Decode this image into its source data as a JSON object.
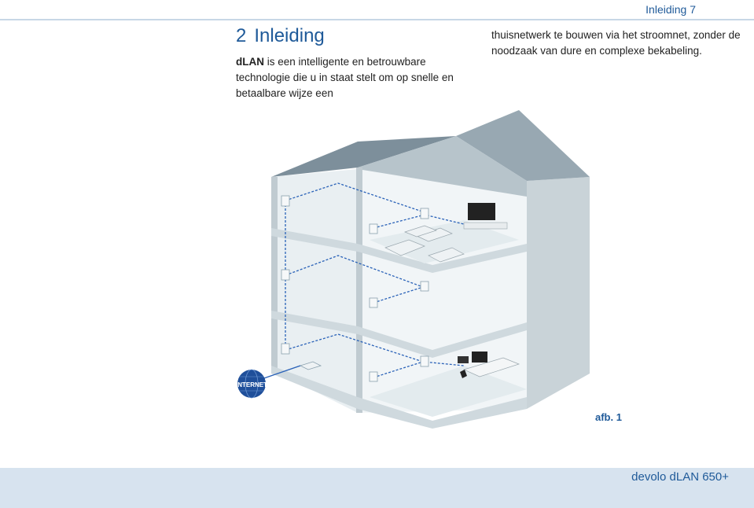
{
  "header": {
    "page_label": "Inleiding 7"
  },
  "chapter": {
    "number": "2",
    "title": "Inleiding"
  },
  "body": {
    "brand": "dLAN",
    "left_text": " is een intelligente en betrouwbare technologie die u in staat stelt om op snelle en betaalbare wijze een",
    "right_text": "thuisnetwerk te bouwen via het stroomnet, zonder de noodzaak van dure en complexe bekabeling."
  },
  "figure": {
    "internet_label": "INTERNET",
    "caption": "afb. 1"
  },
  "footer": {
    "product": "devolo dLAN 650+"
  },
  "colors": {
    "accent": "#1f5a99",
    "footer_band": "#d7e3ef",
    "roof": "#8a9ca8",
    "wall": "#dde6ea",
    "network_line": "#2a62b8"
  }
}
